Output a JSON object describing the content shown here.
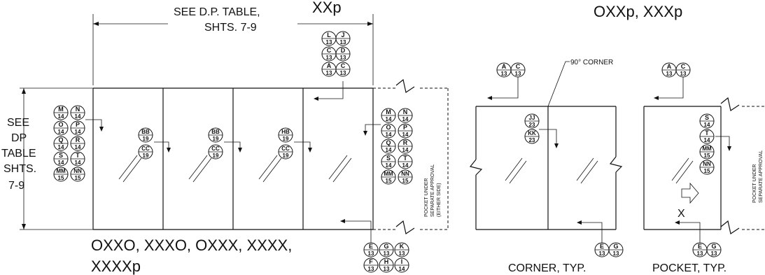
{
  "labels": {
    "see_dp_table": "SEE D.P. TABLE,",
    "shts_7_9": "SHTS. 7-9",
    "xxp": "XXp",
    "oxxp_xxxp": "OXXp, XXXp",
    "see": "SEE",
    "dp": "DP",
    "table": "TABLE",
    "shts": "SHTS.",
    "range_7_9": "7-9",
    "configs_line1": "OXXO, XXXO, OXXX, XXXX,",
    "configs_line2": "XXXXp",
    "corner_90": "90° CORNER",
    "corner_typ": "CORNER, TYP.",
    "pocket_typ": "POCKET, TYP.",
    "x_mark": "X",
    "pocket_note_1": "POCKET UNDER",
    "pocket_note_2": "SEPARATE APPROVAL",
    "pocket_note_3": "(EITHER SIDE)"
  },
  "bubbles": {
    "top_stack": [
      [
        "L",
        "13"
      ],
      [
        "J",
        "13"
      ],
      [
        "C",
        "13"
      ],
      [
        "D",
        "13"
      ],
      [
        "A",
        "13"
      ],
      [
        "C",
        "13"
      ]
    ],
    "left_stack": [
      [
        "M",
        "14"
      ],
      [
        "N",
        "14"
      ],
      [
        "O",
        "14"
      ],
      [
        "P",
        "14"
      ],
      [
        "Q",
        "14"
      ],
      [
        "R",
        "14"
      ],
      [
        "S",
        "14"
      ],
      [
        "T",
        "14"
      ],
      [
        "MM",
        "15"
      ],
      [
        "NN",
        "15"
      ]
    ],
    "right_stack": [
      [
        "M",
        "14"
      ],
      [
        "N",
        "14"
      ],
      [
        "O",
        "14"
      ],
      [
        "P",
        "14"
      ],
      [
        "Q",
        "14"
      ],
      [
        "R",
        "14"
      ],
      [
        "S",
        "14"
      ],
      [
        "T",
        "14"
      ],
      [
        "MM",
        "15"
      ],
      [
        "NN",
        "15"
      ]
    ],
    "panel2": [
      [
        "BB",
        "19"
      ],
      [
        "CC",
        "19"
      ]
    ],
    "panel3": [
      [
        "BB",
        "19"
      ],
      [
        "CC",
        "19"
      ]
    ],
    "panel4": [
      [
        "HB",
        "19"
      ],
      [
        "CC",
        "19"
      ]
    ],
    "bottom_stack": [
      [
        "E",
        "13"
      ],
      [
        "G",
        "13"
      ],
      [
        "K",
        "13"
      ],
      [
        "F",
        "13"
      ],
      [
        "H",
        "13"
      ],
      [
        "I",
        "14"
      ]
    ],
    "corner_top": [
      [
        "A",
        "13"
      ],
      [
        "C",
        "13"
      ]
    ],
    "corner_mid": [
      [
        "JJ",
        "23"
      ],
      [
        "KK",
        "23"
      ]
    ],
    "corner_bottom": [
      [
        "E",
        "13"
      ],
      [
        "G",
        "13"
      ]
    ],
    "pocket_top": [
      [
        "A",
        "13"
      ],
      [
        "C",
        "13"
      ]
    ],
    "pocket_mid": [
      [
        "S",
        "14"
      ],
      [
        "T",
        "14"
      ],
      [
        "MM",
        "15"
      ],
      [
        "NN",
        "15"
      ]
    ],
    "pocket_bottom": [
      [
        "E",
        "13"
      ],
      [
        "G",
        "13"
      ]
    ]
  }
}
